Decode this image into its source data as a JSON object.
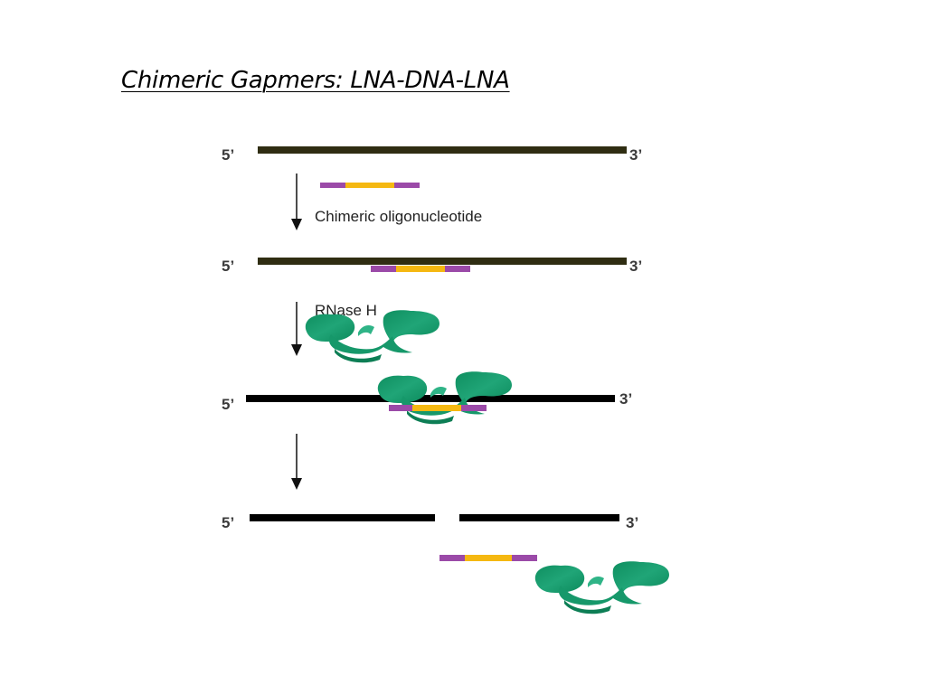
{
  "slide": {
    "title": "Chimeric Gapmers: LNA-DNA-LNA"
  },
  "diagram": {
    "five_prime": "5’",
    "three_prime": "3’",
    "step1_label": "Chimeric oligonucleotide",
    "step2_label": "RNase H",
    "colors": {
      "rna_strand_initial": "#2f2d12",
      "rna_strand_later": "#000000",
      "lna_wing": "#9b4aa8",
      "dna_gap": "#f5b811",
      "rnase_h": "#129a6c",
      "rnase_h_light": "#2fb487"
    }
  }
}
